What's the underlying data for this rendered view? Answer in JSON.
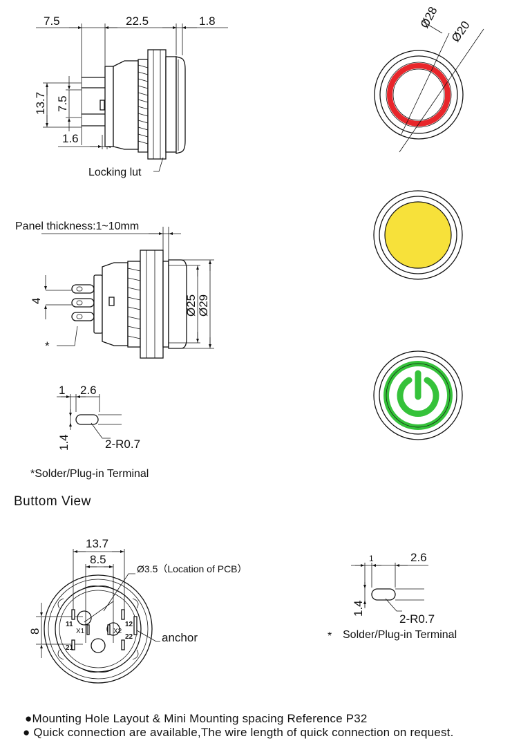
{
  "side_view": {
    "dim_left": "7.5",
    "dim_mid": "22.5",
    "dim_right": "1.8",
    "dim_height_outer": "13.7",
    "dim_height_inner": "7.5",
    "dim_pin": "1.6",
    "locking_label": "Locking lut"
  },
  "mount_view": {
    "panel_label": "Panel thickness:1~10mm",
    "dim_pitch": "4",
    "dim_d25": "Ø25",
    "dim_d29": "Ø29",
    "asterisk": "*"
  },
  "terminal_detail_a": {
    "dim_1": "1",
    "dim_26": "2.6",
    "dim_14": "1.4",
    "radius": "2-R0.7",
    "caption": "*Solder/Plug-in Terminal"
  },
  "section_title": "Buttom View",
  "bottom_view": {
    "dim_137": "13.7",
    "dim_85": "8.5",
    "dim_8": "8",
    "hole_label": "Ø3.5（Location of PCB）",
    "anchor_label": "anchor",
    "pin_11": "11",
    "pin_12": "12",
    "pin_21": "21",
    "pin_22": "22",
    "lamp_x1": "X1",
    "lamp_x2": "X2"
  },
  "terminal_detail_b": {
    "dim_1": "1",
    "dim_26": "2.6",
    "dim_14": "1.4",
    "radius": "2-R0.7",
    "asterisk": "*",
    "caption": "Solder/Plug-in Terminal"
  },
  "front_views": {
    "dim_d28": "Ø28",
    "dim_d20": "Ø20",
    "colors": {
      "ring_red": "#e8262b",
      "cap_yellow": "#f7e13a",
      "power_green": "#35c23a"
    },
    "icons": [
      "ring-illumination",
      "dot-illumination",
      "power-symbol-illumination"
    ]
  },
  "notes": [
    "●Mounting Hole Layout & Mini Mounting spacing Reference P32",
    "● Quick connection are available,The wire length of quick connection on request."
  ]
}
